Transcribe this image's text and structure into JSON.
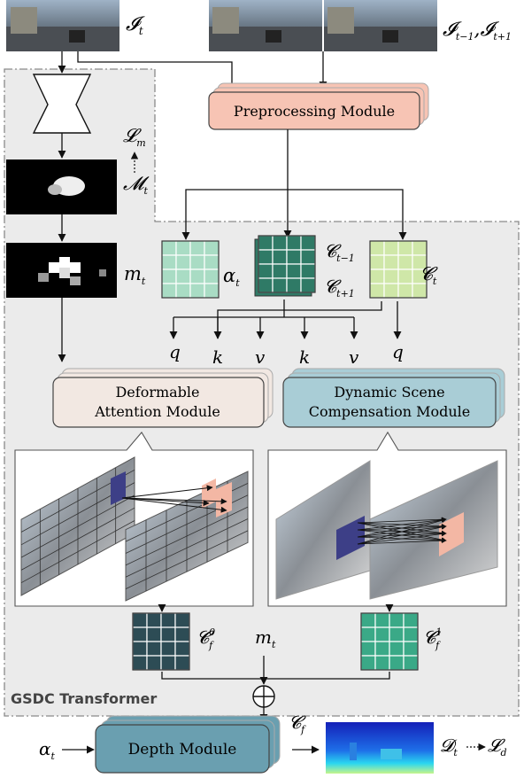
{
  "inputs": {
    "frame_t": "𝓘",
    "frame_t_sub": "t",
    "frames_adj_a": "𝓘",
    "frames_adj_a_sub": "t−1",
    "frames_adj_sep": ",",
    "frames_adj_b": "𝓘",
    "frames_adj_b_sub": "t+1"
  },
  "modules": {
    "preprocessing": "Preprocessing Module",
    "deformable_line1": "Deformable",
    "deformable_line2": "Attention Module",
    "dynamic_line1": "Dynamic Scene",
    "dynamic_line2": "Compensation Module",
    "depth": "Depth Module"
  },
  "symbols": {
    "loss_m": "𝓛",
    "loss_m_sub": "m",
    "mask_M": "𝓜",
    "mask_M_sub": "t",
    "mask_m": "m",
    "mask_m_sub": "t",
    "alpha": "α",
    "alpha_sub": "t",
    "c_adj": "𝓒",
    "c_adj_sub_a": "t−1",
    "c_adj_sub_b": "t+1",
    "c_t": "𝓒",
    "c_t_sub": "t",
    "q1": "q",
    "k1": "k",
    "v1": "v",
    "k2": "k",
    "v2": "v",
    "q2": "q",
    "cf0": "𝓒",
    "cf0_sup": "0",
    "cf0_sub": "f",
    "cf1": "𝓒",
    "cf1_sup": "1",
    "cf1_sub": "f",
    "m_mid": "m",
    "m_mid_sub": "t",
    "cf": "𝓒",
    "cf_sub": "f",
    "alpha_bottom": "α",
    "alpha_bottom_sub": "t",
    "depth_out": "𝓓",
    "depth_out_sub": "t",
    "loss_d": "𝓛",
    "loss_d_sub": "d",
    "oplus": "⊕"
  },
  "transformer_title": "GSDC Transformer",
  "colors": {
    "preprocessing": "#f7c4b4",
    "deformable": "#f2e8e2",
    "dynamic": "#a9cdd6",
    "depth": "#6a9fb0",
    "grid_alpha": "#a9dcc4",
    "grid_c_adj": "#2f7a66",
    "grid_c_t": "#cfe7a8",
    "grid_cf0": "#2d4c55",
    "grid_cf1": "#3aa987",
    "region_bg": "#ebebeb"
  }
}
